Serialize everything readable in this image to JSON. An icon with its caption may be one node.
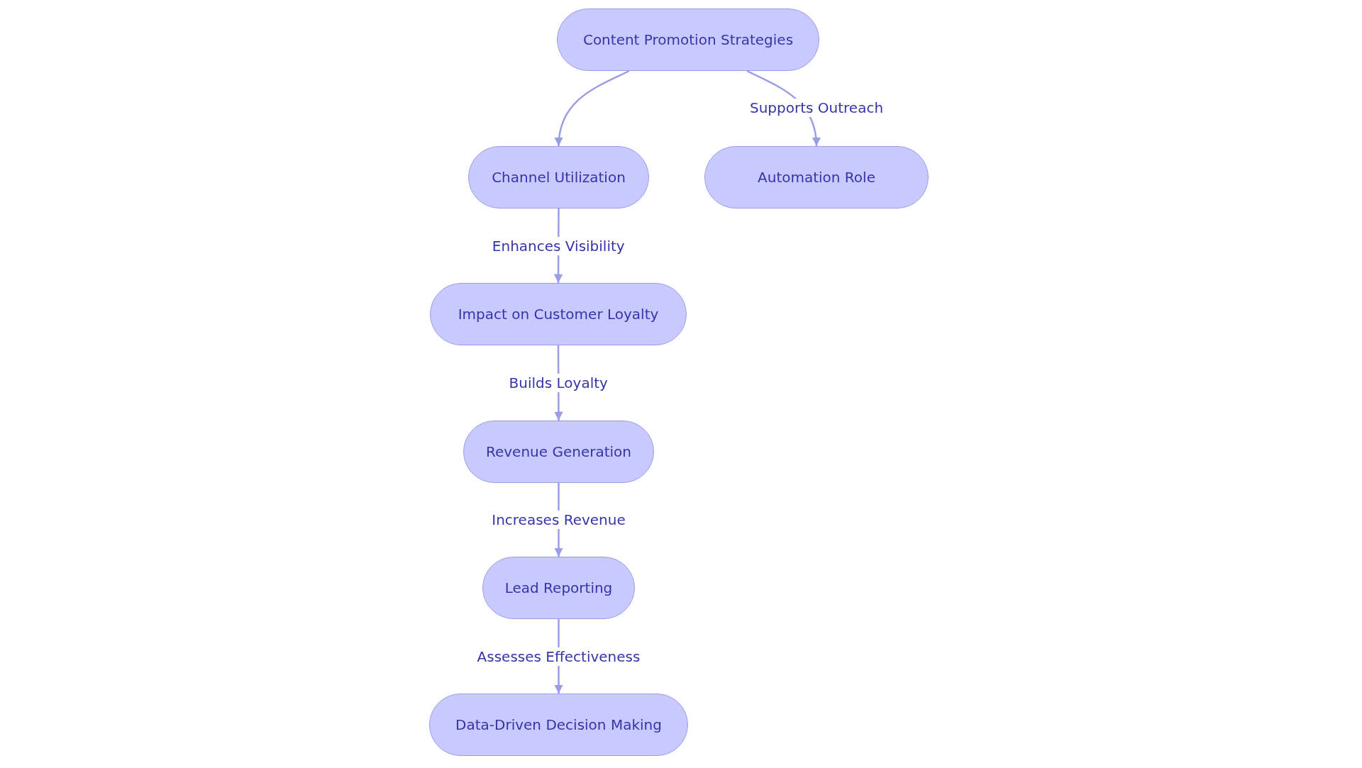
{
  "diagram": {
    "nodes": [
      {
        "text": [
          "Content Promotion Strategies"
        ]
      },
      {
        "text": [
          "Channel Utilization"
        ]
      },
      {
        "text": [
          "Automation Role"
        ]
      },
      {
        "text": [
          "Impact on Customer Loyalty"
        ]
      },
      {
        "text": [
          "Revenue Generation"
        ]
      },
      {
        "text": [
          "Lead Reporting"
        ]
      },
      {
        "text": [
          "Data-Driven Decision Making"
        ]
      }
    ],
    "edges": [
      {
        "from": 0,
        "to": 1,
        "arrow": "to"
      },
      {
        "from": 0,
        "to": 2,
        "arrow": "to",
        "label": "Supports Outreach"
      },
      {
        "from": 1,
        "to": 3,
        "arrow": "to",
        "label": "Enhances Visibility"
      },
      {
        "from": 3,
        "to": 4,
        "arrow": "to",
        "label": "Builds Loyalty"
      },
      {
        "from": 4,
        "to": 5,
        "arrow": "to",
        "label": "Increases Revenue"
      },
      {
        "from": 5,
        "to": 6,
        "arrow": "to",
        "label": "Assesses Effectiveness"
      }
    ]
  }
}
